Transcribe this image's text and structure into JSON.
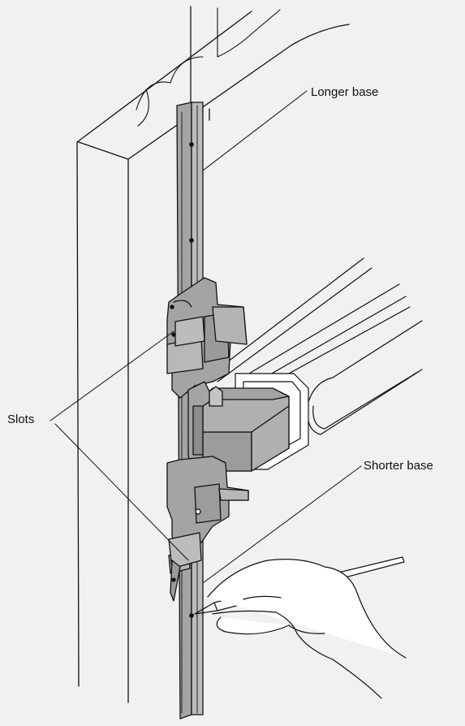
{
  "labels": {
    "longer_base": "Longer base",
    "slots": "Slots",
    "shorter_base": "Shorter base"
  },
  "colors": {
    "background": "#f0f1f2",
    "line": "#111111",
    "metal": "#a4a4a4",
    "metal_dark": "#8c8c8c",
    "white": "#ffffff"
  }
}
